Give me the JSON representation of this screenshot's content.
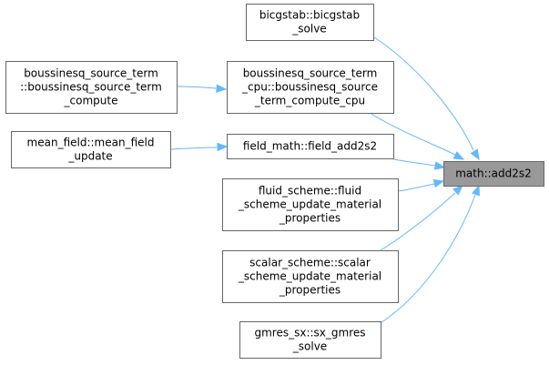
{
  "graph": {
    "target": {
      "id": "n_target",
      "lines": [
        "math::add2s2"
      ]
    },
    "nodes": [
      {
        "id": "n_bicgstab",
        "lines": [
          "bicgstab::bicgstab",
          "_solve"
        ]
      },
      {
        "id": "n_bsrc_cpu",
        "lines": [
          "boussinesq_source_term",
          "_cpu::boussinesq_source",
          "_term_compute_cpu"
        ]
      },
      {
        "id": "n_bsrc",
        "lines": [
          "boussinesq_source_term",
          "::boussinesq_source_term",
          "_compute"
        ]
      },
      {
        "id": "n_field_math",
        "lines": [
          "field_math::field_add2s2"
        ]
      },
      {
        "id": "n_mean_field",
        "lines": [
          "mean_field::mean_field",
          "_update"
        ]
      },
      {
        "id": "n_fluid",
        "lines": [
          "fluid_scheme::fluid",
          "_scheme_update_material",
          "_properties"
        ]
      },
      {
        "id": "n_scalar",
        "lines": [
          "scalar_scheme::scalar",
          "_scheme_update_material",
          "_properties"
        ]
      },
      {
        "id": "n_gmres",
        "lines": [
          "gmres_sx::sx_gmres",
          "_solve"
        ]
      }
    ],
    "edges": [
      {
        "from": "n_bicgstab",
        "to": "n_target"
      },
      {
        "from": "n_bsrc_cpu",
        "to": "n_target"
      },
      {
        "from": "n_field_math",
        "to": "n_target"
      },
      {
        "from": "n_fluid",
        "to": "n_target"
      },
      {
        "from": "n_scalar",
        "to": "n_target"
      },
      {
        "from": "n_gmres",
        "to": "n_target"
      },
      {
        "from": "n_bsrc",
        "to": "n_bsrc_cpu"
      },
      {
        "from": "n_mean_field",
        "to": "n_field_math"
      }
    ],
    "colors": {
      "edge": "#63b8ff",
      "node_border": "#666666",
      "target_fill": "#999999",
      "node_fill": "#ffffff"
    }
  }
}
